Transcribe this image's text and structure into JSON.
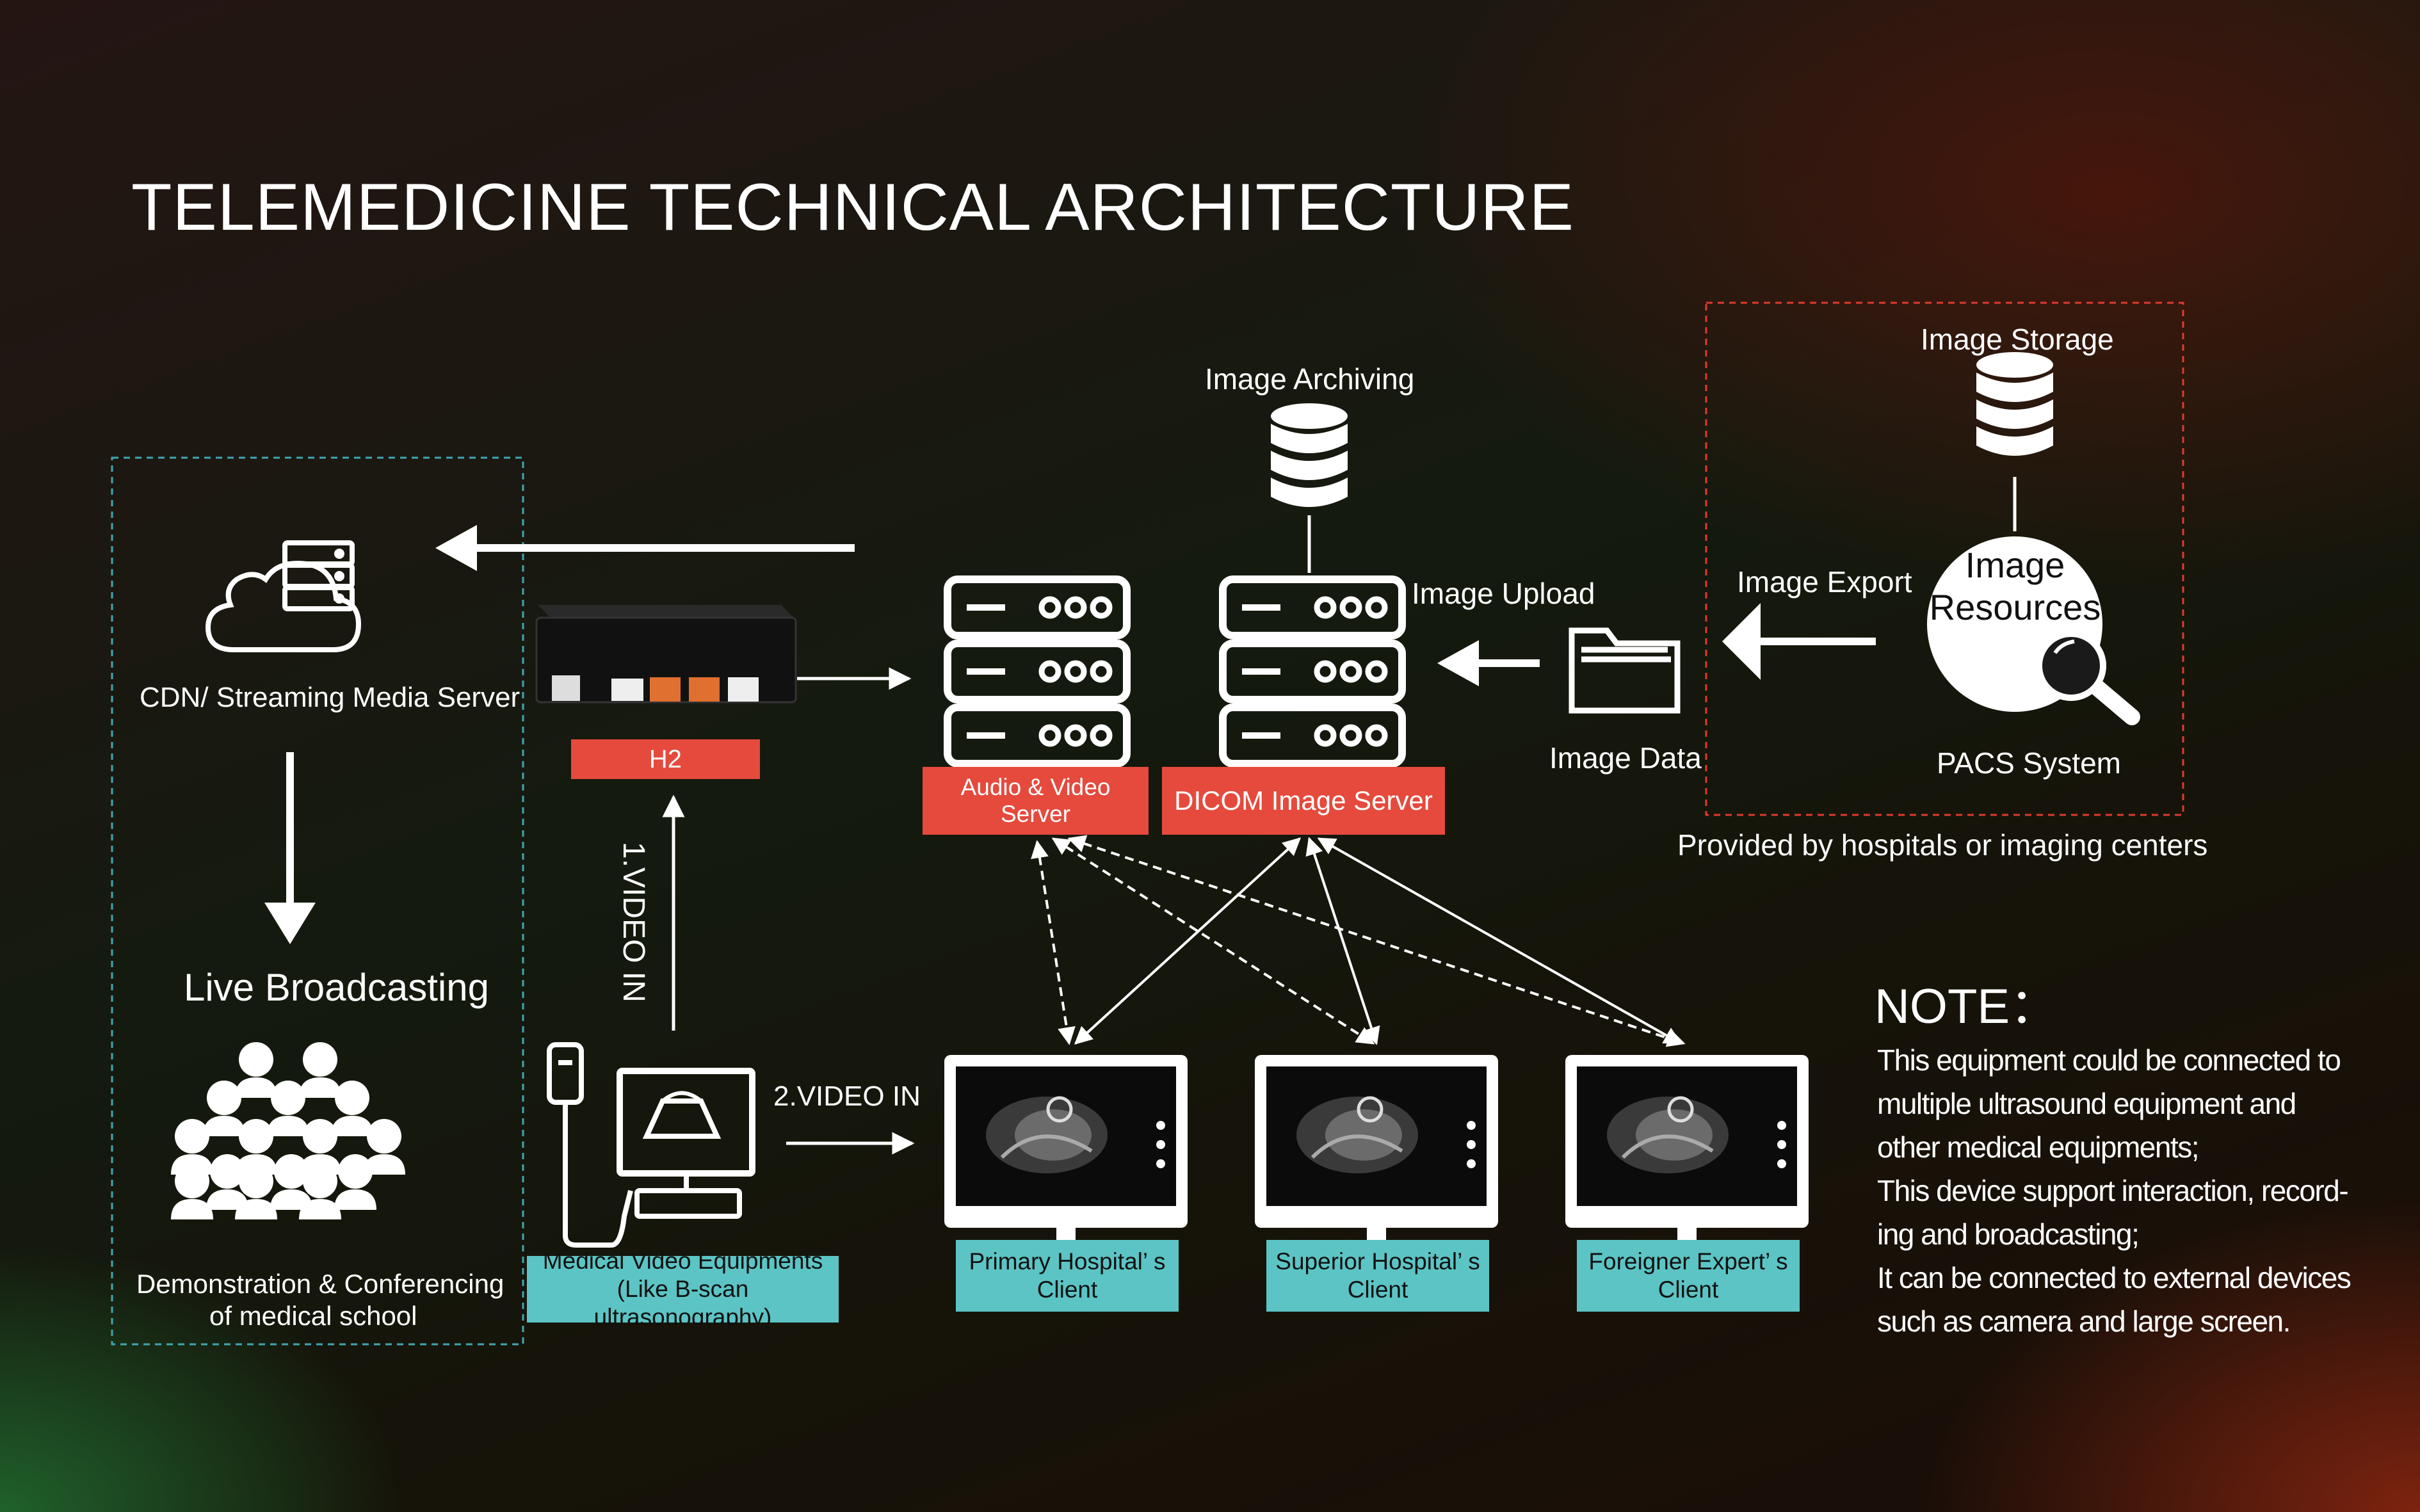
{
  "title": "TELEMEDICINE TECHNICAL ARCHITECTURE",
  "left_panel": {
    "cdn_label": "CDN/ Streaming Media Server",
    "live_label": "Live Broadcasting",
    "demo_label_line1": "Demonstration & Conferencing",
    "demo_label_line2": "of medical school"
  },
  "device": {
    "name": "H2",
    "video_in_1": "1.VIDEO IN",
    "video_in_2": "2.VIDEO  IN",
    "medical_line1": "Medical Video Equipments",
    "medical_line2": "(Like B-scan ultrasonography)"
  },
  "servers": {
    "av_server": "Audio & Video Server",
    "dicom_server": "DICOM Image Server",
    "image_archiving": "Image Archiving",
    "image_upload": "Image Upload",
    "image_data": "Image Data"
  },
  "pacs": {
    "image_storage": "Image Storage",
    "image_export": "Image Export",
    "resources_line1": "Image",
    "resources_line2": "Resources",
    "pacs_system": "PACS System",
    "provided_by": "Provided by hospitals or imaging centers"
  },
  "clients": [
    {
      "line1": "Primary Hospital’ s",
      "line2": "Client"
    },
    {
      "line1": "Superior Hospital’ s",
      "line2": "Client"
    },
    {
      "line1": "Foreigner Expert’ s",
      "line2": "Client"
    }
  ],
  "note": {
    "title": "NOTE：",
    "lines": [
      "This equipment could be connected to",
      "multiple ultrasound equipment and",
      "other medical equipments;",
      "This device support interaction, record-",
      "ing and broadcasting;",
      "It can be connected to external devices",
      "such as camera  and large screen."
    ]
  },
  "colors": {
    "accent_red": "#e54a3d",
    "accent_teal": "#5cc4c4",
    "dashed_teal": "#3fa7b3",
    "dashed_red": "#e03a2e"
  }
}
